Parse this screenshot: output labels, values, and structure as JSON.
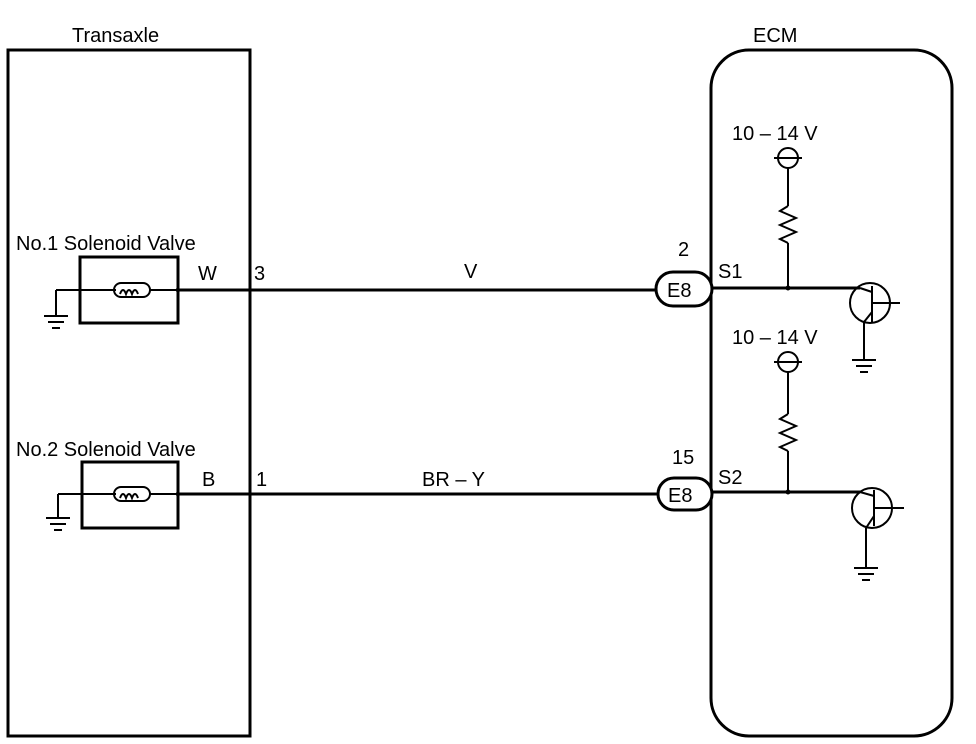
{
  "transaxle": {
    "title": "Transaxle",
    "solenoid_1": {
      "label": "No.1 Solenoid Valve",
      "wire_color": "W",
      "pin": "3"
    },
    "solenoid_2": {
      "label": "No.2 Solenoid Valve",
      "wire_color": "B",
      "pin": "1"
    }
  },
  "harness": {
    "wire_1_color": "V",
    "wire_2_color": "BR – Y"
  },
  "ecm": {
    "title": "ECM",
    "connector_1": {
      "pin": "2",
      "name": "E8",
      "terminal": "S1"
    },
    "connector_2": {
      "pin": "15",
      "name": "E8",
      "terminal": "S2"
    },
    "supply_voltage_1": "10 – 14 V",
    "supply_voltage_2": "10 – 14 V"
  },
  "colors": {
    "line": "#000000",
    "background": "#ffffff"
  },
  "icons": [
    "ground-icon",
    "solenoid-coil-icon",
    "resistor-icon",
    "transistor-icon",
    "voltage-source-icon"
  ]
}
